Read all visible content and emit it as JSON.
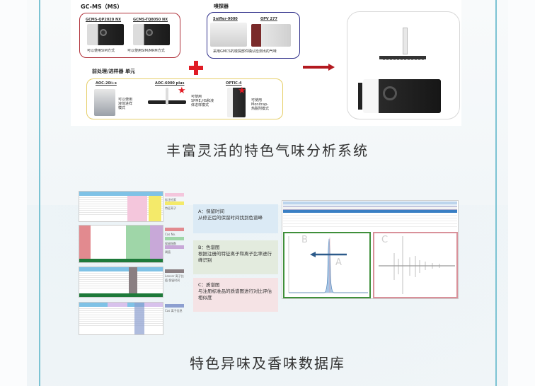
{
  "top_diagram": {
    "gcms_group": {
      "title": "GC-MS（MS）",
      "models": [
        {
          "name": "GCMS-QP2020 NX",
          "caption": "可以使用SIM方式"
        },
        {
          "name": "GCMS-TQ8050 NX",
          "caption": "可以使用SIM/MRM方式"
        }
      ],
      "border_color": "#b0313a"
    },
    "sniffer_group": {
      "title": "嗅探器",
      "models": [
        {
          "name": "Sniffer-9000"
        },
        {
          "name": "OPV 277"
        }
      ],
      "caption": "采用GMCS的嗅探部件确认检测出的气味",
      "border_color": "#2f2f8a"
    },
    "sampler_group": {
      "title": "前处理/进样器 单元",
      "models": [
        {
          "name": "AOC-20i+s",
          "caption_lines": [
            "可以使用",
            "液体进样",
            "模式"
          ],
          "starred": false
        },
        {
          "name": "AOC-6000 plus",
          "caption_lines": [
            "可使用",
            "SPME,HS和液",
            "体进样模式"
          ],
          "starred": true
        },
        {
          "name": "OPTIC-4",
          "caption_lines": [
            "可使用",
            "Monitrap-",
            "热脱附模式"
          ],
          "starred": true
        }
      ],
      "border_color": "#e6cf6a"
    },
    "plus_icon": "plus-icon",
    "arrow_icon": "arrow-right-icon",
    "accent_red": "#e01b24"
  },
  "heading_1": "丰富灵活的特色气味分析系统",
  "database_section": {
    "sheet_legends": [
      {
        "color": "#f4c6dc",
        "label": "标注检索"
      },
      {
        "color": "#f4ea6a",
        "label": "特征离子"
      },
      {
        "color": "#e28a8f",
        "label": "Cas No."
      },
      {
        "color": "#9fd6a8",
        "label": "保留指数"
      },
      {
        "color": "#c8a8d8",
        "label": "阈值"
      },
      {
        "color": "#8a7f82",
        "label": "Lancer 离子比值 保留时间"
      },
      {
        "color": "#8d9fd0",
        "label": "Cas 离子信息"
      }
    ],
    "info_boxes": [
      {
        "title": "A：保留时间",
        "body": "从修正后的保留时间找到色谱峰",
        "bg": "#dbeaf5"
      },
      {
        "title": "B：色谱图",
        "body": "根据注册的特征离子和离子比率进行峰识别",
        "bg": "#e3ebde"
      },
      {
        "title": "C：质谱图",
        "body": "与注册标准品的质谱图进行对比评估相似度",
        "bg": "#f5e3e5"
      }
    ],
    "software": {
      "table_title": "Compound Results",
      "pane_b_label": "B",
      "pane_a_label": "A",
      "pane_c_label": "C",
      "pane_b_color": "#3f8f3a",
      "pane_c_color": "#d9919a"
    }
  },
  "heading_2": "特色异味及香味数据库"
}
